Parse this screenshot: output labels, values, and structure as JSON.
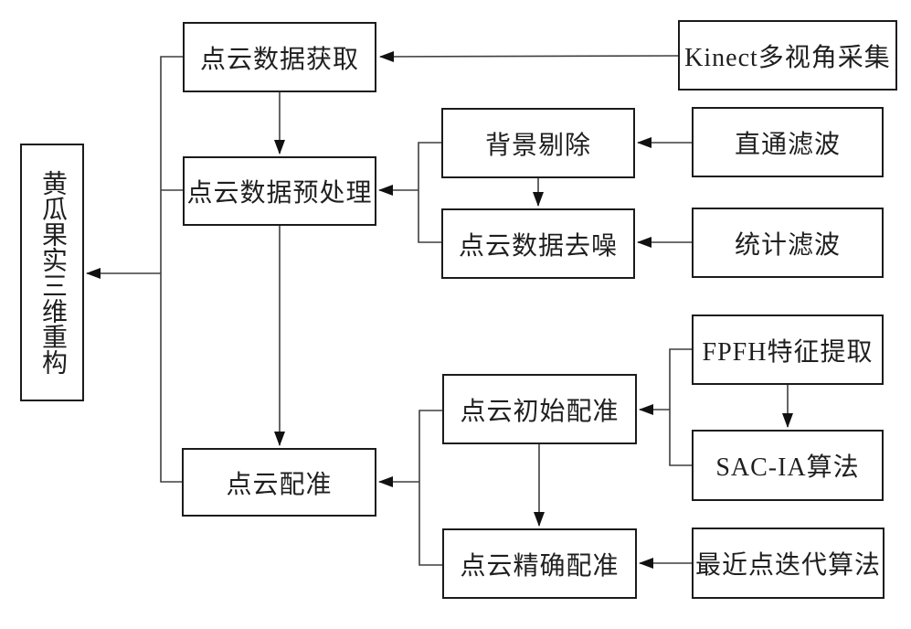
{
  "diagram": {
    "description": "Flowchart of cucumber fruit 3D reconstruction from point clouds",
    "colors": {
      "background": "#ffffff",
      "box_border": "#1b1b1b",
      "line": "#3f3f3f",
      "arrowhead": "#111111",
      "text": "#1f1f1f"
    },
    "nodes": {
      "goal": {
        "label": "黄瓜果实三维重构"
      },
      "acquisition": {
        "label": "点云数据获取"
      },
      "kinect": {
        "label": "Kinect多视角采集"
      },
      "preprocess": {
        "label": "点云数据预处理"
      },
      "bg_removal": {
        "label": "背景剔除"
      },
      "passthrough": {
        "label": "直通滤波"
      },
      "denoise": {
        "label": "点云数据去噪"
      },
      "statistical": {
        "label": "统计滤波"
      },
      "registration": {
        "label": "点云配准"
      },
      "initial_reg": {
        "label": "点云初始配准"
      },
      "fpfh": {
        "label": "FPFH特征提取"
      },
      "sac_ia": {
        "label": "SAC-IA算法"
      },
      "fine_reg": {
        "label": "点云精确配准"
      },
      "icp": {
        "label": "最近点迭代算法"
      }
    },
    "edges": [
      {
        "from": "kinect",
        "to": "acquisition"
      },
      {
        "from": "acquisition",
        "to": "preprocess"
      },
      {
        "from": "preprocess",
        "to": "registration"
      },
      {
        "from": "passthrough",
        "to": "bg_removal"
      },
      {
        "from": "bg_removal",
        "to": "denoise"
      },
      {
        "from": "statistical",
        "to": "denoise"
      },
      {
        "from": [
          "bg_removal",
          "denoise"
        ],
        "to": "preprocess"
      },
      {
        "from": "fpfh",
        "to": "sac_ia"
      },
      {
        "from": [
          "fpfh",
          "sac_ia"
        ],
        "to": "initial_reg"
      },
      {
        "from": "initial_reg",
        "to": "fine_reg"
      },
      {
        "from": "icp",
        "to": "fine_reg"
      },
      {
        "from": [
          "initial_reg",
          "fine_reg"
        ],
        "to": "registration"
      },
      {
        "from": [
          "acquisition",
          "preprocess",
          "registration"
        ],
        "to": "goal"
      }
    ]
  }
}
